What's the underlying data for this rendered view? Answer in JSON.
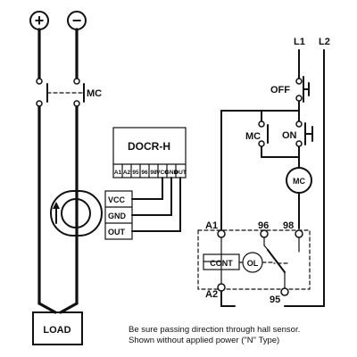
{
  "power": {
    "positive_symbol": "+",
    "negative_symbol": "−"
  },
  "contactor": {
    "mc_label": "MC"
  },
  "relay": {
    "title": "DOCR-H",
    "terminals": [
      "A1",
      "A2",
      "95",
      "96",
      "98",
      "VCC",
      "GND",
      "OUT"
    ]
  },
  "sensor": {
    "pins": [
      "VCC",
      "GND",
      "OUT"
    ]
  },
  "load": {
    "label": "LOAD"
  },
  "control": {
    "l1": "L1",
    "l2": "L2",
    "off": "OFF",
    "on": "ON",
    "mc": "MC",
    "mc_coil": "MC",
    "a1": "A1",
    "a2": "A2",
    "t96": "96",
    "t98": "98",
    "t95": "95",
    "cont": "CONT",
    "ol": "OL"
  },
  "notes": {
    "line1": "Be sure passing direction through hall sensor.",
    "line2": "Shown without applied power (\"N\" Type)"
  }
}
